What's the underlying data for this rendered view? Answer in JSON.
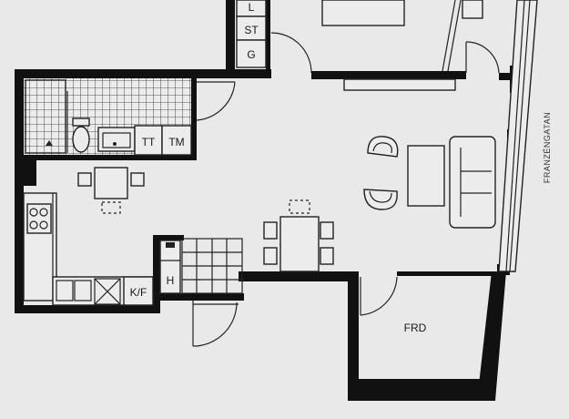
{
  "plan": {
    "background": "#e9e9e9",
    "wall_color": "#111111",
    "labels": {
      "closet_l": "L",
      "closet_st": "ST",
      "closet_g": "G",
      "laundry_tt": "TT",
      "laundry_tm": "TM",
      "fridge_freezer": "K/F",
      "hall_h": "H",
      "storage_frd": "FRD",
      "street_name": "FRANZÉNGATAN"
    }
  }
}
